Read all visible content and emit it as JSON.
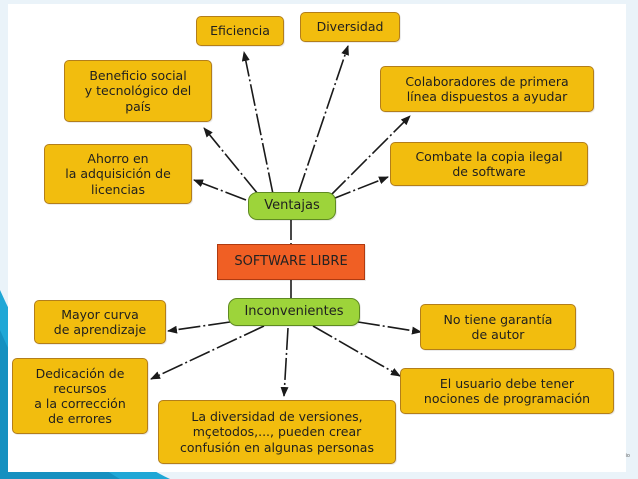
{
  "colors": {
    "outcome_box": "#f2bd0e",
    "category_box": "#9dd43a",
    "central_box": "#f05f24",
    "arrow": "#1a1a1a",
    "background_accent": "#1fa7d6"
  },
  "diagram": {
    "central": "SOFTWARE LIBRE",
    "ventajas": {
      "label": "Ventajas",
      "items": {
        "eficiencia": "Eficiencia",
        "diversidad": "Diversidad",
        "beneficio": "Beneficio social\ny tecnológico del\npaís",
        "colaboradores": "Colaboradores de primera\nlínea dispuestos a ayudar",
        "ahorro": "Ahorro en\nla adquisición de\nlicencias",
        "combate": "Combate la copia ilegal\nde software"
      }
    },
    "inconvenientes": {
      "label": "Inconvenientes",
      "items": {
        "curva": "Mayor curva\nde aprendizaje",
        "garantia": "No tiene garantía\nde autor",
        "dedicacion": "Dedicación de\nrecursos\na la corrección\nde errores",
        "usuario": "El usuario debe tener\nnociones de programación",
        "diversidad_versiones": "La diversidad de versiones,\nmçetodos,..., pueden crear\nconfusión en algunas personas"
      }
    }
  },
  "footer_mark": "io"
}
